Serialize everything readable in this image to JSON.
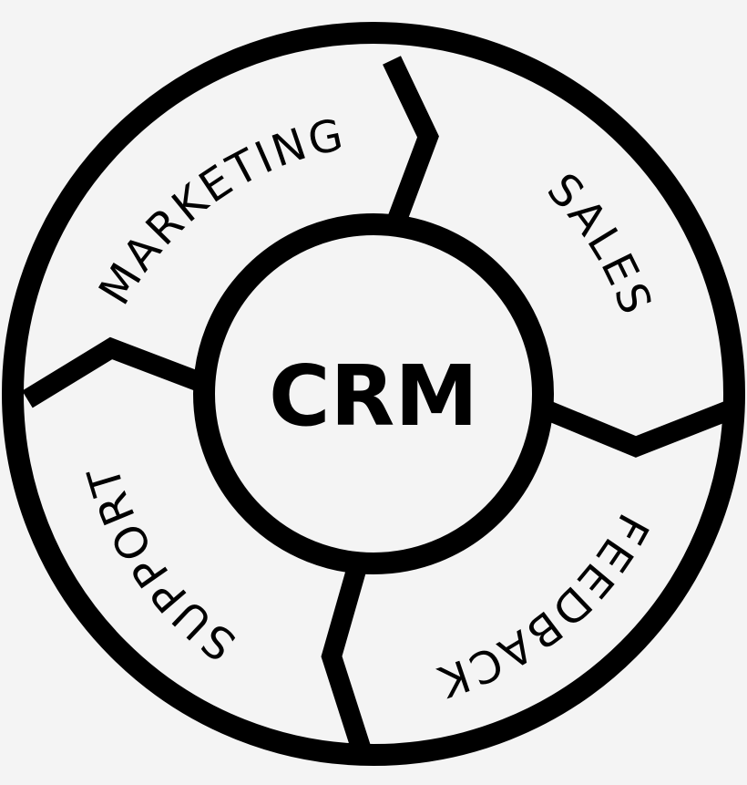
{
  "diagram": {
    "hub_label": "CRM",
    "segments": [
      {
        "id": "marketing",
        "label": "MARKETING"
      },
      {
        "id": "sales",
        "label": "SALES"
      },
      {
        "id": "feedback",
        "label": "FEEDBACK"
      },
      {
        "id": "support",
        "label": "SUPPORT"
      }
    ]
  },
  "colors": {
    "background": "#f4f4f4",
    "stroke": "#000000",
    "text": "#000000"
  }
}
